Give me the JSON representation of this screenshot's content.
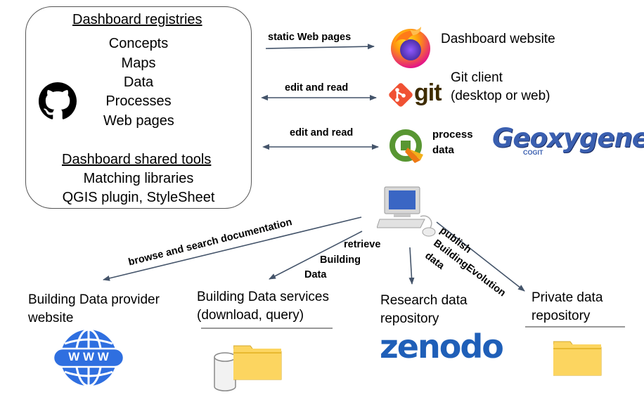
{
  "registries": {
    "title": "Dashboard registries",
    "items": [
      "Concepts",
      "Maps",
      "Data",
      "Processes",
      "Web pages"
    ],
    "tools_title": "Dashboard shared tools",
    "tools": [
      "Matching libraries",
      "QGIS plugin, StyleSheet"
    ]
  },
  "edges": {
    "static": "static Web pages",
    "edit_read_git": "edit and read",
    "edit_read_qgis": "edit and read",
    "browse": "browse and search documentation",
    "retrieve_1": "retrieve",
    "retrieve_2": "Building",
    "retrieve_3": "Data",
    "publish_1": "publish",
    "publish_2": "BuildingEvolution",
    "publish_3": "data"
  },
  "targets": {
    "website": "Dashboard website",
    "git_1": "Git client",
    "git_2": "(desktop or web)",
    "process_1": "process",
    "process_2": "data",
    "geoxygene": "Geoxygene",
    "geoxygene_small": "COGIT",
    "git_logo": "git",
    "provider_1": "Building Data provider",
    "provider_2": "website",
    "www": "W W W",
    "services_1": "Building Data services",
    "services_2": "(download, query)",
    "research_1": "Research data",
    "research_2": "repository",
    "zenodo": "zenodo",
    "private_1": "Private data",
    "private_2": "repository"
  },
  "colors": {
    "arrow": "#44546a",
    "folder": "#fcd560",
    "firefox_orange": "#ff7a18",
    "firefox_purple": "#7542e5",
    "git_red": "#f05133",
    "qgis_green": "#589632",
    "qgis_yellow": "#ee7913",
    "geoxygene_blue": "#3a5fb0",
    "www_blue": "#2f6fe0",
    "zenodo_blue": "#1f5fb8"
  }
}
